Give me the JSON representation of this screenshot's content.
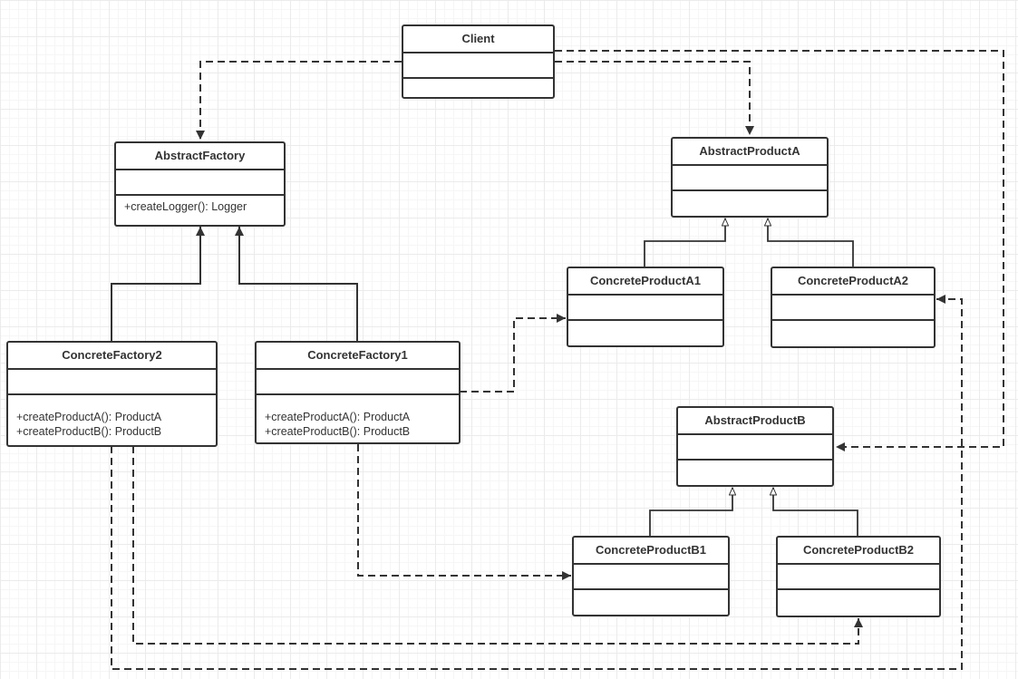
{
  "classes": {
    "client": {
      "name": "Client",
      "operations": []
    },
    "abstract_factory": {
      "name": "AbstractFactory",
      "operations": [
        "+createLogger():  Logger"
      ]
    },
    "concrete_factory2": {
      "name": "ConcreteFactory2",
      "operations": [
        "+createProductA():  ProductA",
        "+createProductB():  ProductB"
      ]
    },
    "concrete_factory1": {
      "name": "ConcreteFactory1",
      "operations": [
        "+createProductA():  ProductA",
        "+createProductB():  ProductB"
      ]
    },
    "abstract_product_a": {
      "name": "AbstractProductA",
      "operations": []
    },
    "concrete_product_a1": {
      "name": "ConcreteProductA1",
      "operations": []
    },
    "concrete_product_a2": {
      "name": "ConcreteProductA2",
      "operations": []
    },
    "abstract_product_b": {
      "name": "AbstractProductB",
      "operations": []
    },
    "concrete_product_b1": {
      "name": "ConcreteProductB1",
      "operations": []
    },
    "concrete_product_b2": {
      "name": "ConcreteProductB2",
      "operations": []
    }
  },
  "relations": [
    {
      "type": "dependency",
      "from": "Client",
      "to": "AbstractFactory"
    },
    {
      "type": "dependency",
      "from": "Client",
      "to": "AbstractProductA"
    },
    {
      "type": "dependency",
      "from": "Client",
      "to": "AbstractProductB"
    },
    {
      "type": "generalization",
      "from": "ConcreteFactory2",
      "to": "AbstractFactory"
    },
    {
      "type": "generalization",
      "from": "ConcreteFactory1",
      "to": "AbstractFactory"
    },
    {
      "type": "generalization",
      "from": "ConcreteProductA1",
      "to": "AbstractProductA"
    },
    {
      "type": "generalization",
      "from": "ConcreteProductA2",
      "to": "AbstractProductA"
    },
    {
      "type": "generalization",
      "from": "ConcreteProductB1",
      "to": "AbstractProductB"
    },
    {
      "type": "generalization",
      "from": "ConcreteProductB2",
      "to": "AbstractProductB"
    },
    {
      "type": "dependency",
      "from": "ConcreteFactory1",
      "to": "ConcreteProductA1"
    },
    {
      "type": "dependency",
      "from": "ConcreteFactory1",
      "to": "ConcreteProductB1"
    },
    {
      "type": "dependency",
      "from": "ConcreteFactory2",
      "to": "ConcreteProductA2"
    },
    {
      "type": "dependency",
      "from": "ConcreteFactory2",
      "to": "ConcreteProductB2"
    }
  ]
}
